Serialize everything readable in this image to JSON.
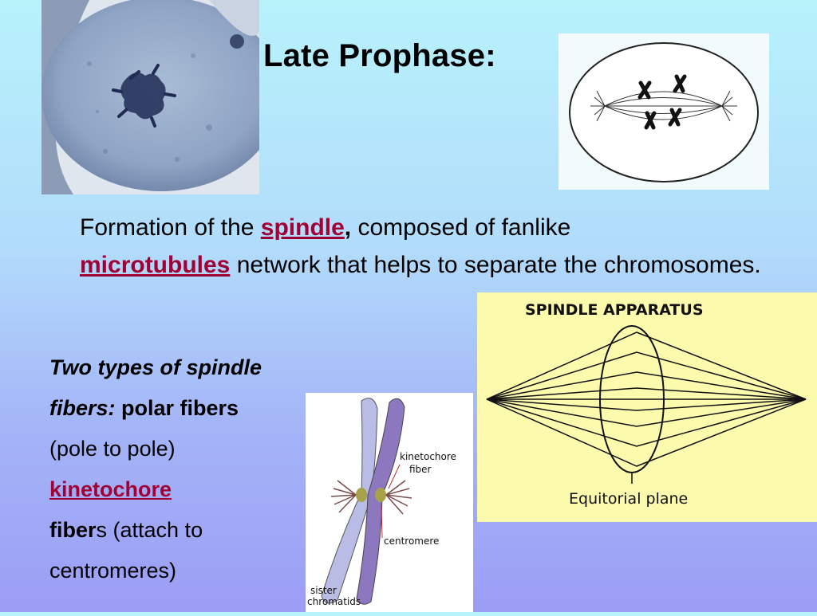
{
  "slide": {
    "title": "Late Prophase:",
    "description": {
      "p1": "Formation of the ",
      "kw_spindle": "spindle",
      "comma": ",",
      "p2": " composed of fanlike ",
      "kw_microtubules": "microtubules",
      "p3": " network that helps to separate the chromosomes."
    },
    "types": {
      "intro_a": "Two types of spindle",
      "intro_b": "fibers:",
      "polar": " polar fibers",
      "polar_desc": "(pole to pole)",
      "kw_kinetochore": "kinetochore",
      "fiber_bold": "fiber",
      "fiber_rest": "s (attach to",
      "fiber_rest2": "centromeres)"
    }
  },
  "apparatus_diagram": {
    "heading": "SPINDLE APPARATUS",
    "caption": "Equitorial plane"
  },
  "chromosome_diagram": {
    "label_kinetochore": "kinetochore",
    "label_fiber": "fiber",
    "label_centromere": "centromere",
    "label_sister": "sister",
    "label_chromatids": "chromatids"
  },
  "colors": {
    "keyword": "#a00034",
    "bg_top": "#b7f2fb",
    "bg_bottom": "#9c9df5",
    "apparatus_bg": "#fbfaad"
  }
}
